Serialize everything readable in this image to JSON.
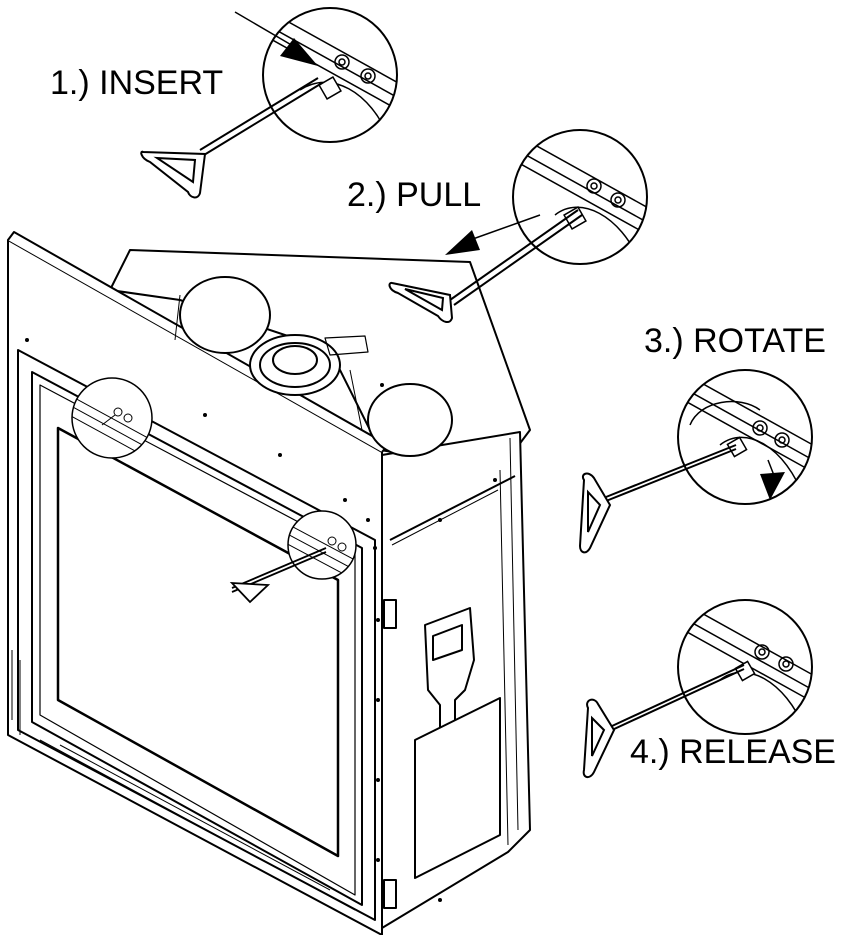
{
  "steps": [
    {
      "label": "1.) INSERT"
    },
    {
      "label": "2.) PULL"
    },
    {
      "label": "3.) ROTATE"
    },
    {
      "label": "4.) RELEASE"
    }
  ],
  "colors": {
    "line": "#000000",
    "background": "#ffffff"
  },
  "icons": [
    "arrow-icon",
    "handle-tool-icon",
    "detail-circle-icon",
    "bolt-icon"
  ]
}
